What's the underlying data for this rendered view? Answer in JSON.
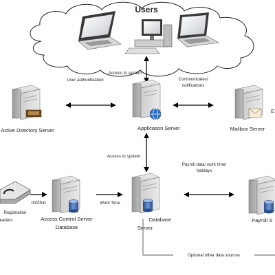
{
  "cloud_label": "Users",
  "nodes": {
    "application_server": "Application Server",
    "active_directory": "Active Directory Server",
    "mailbox_server": "Mailbox Server",
    "mailbox_partial": "E",
    "database_server_line1": "Database",
    "database_server_line2": "Server",
    "access_control_line1": "Access Control Server",
    "access_control_line2": "Database",
    "registration_line1": "Registration",
    "registration_line2": "eaders",
    "payroll_server": "Payroll S"
  },
  "edges": {
    "users_to_app": "Access to system",
    "app_to_ad": "User authentication",
    "app_to_mail_line1": "Communicates/",
    "app_to_mail_line2": "notifications",
    "app_to_db": "Access to system",
    "reader_in_out": "In/Out",
    "acs_to_db": "Work Time",
    "db_to_payroll_line1": "Payroll data/ work time/",
    "db_to_payroll_line2": "holidays",
    "optional_sources": "Optional other data sources"
  }
}
